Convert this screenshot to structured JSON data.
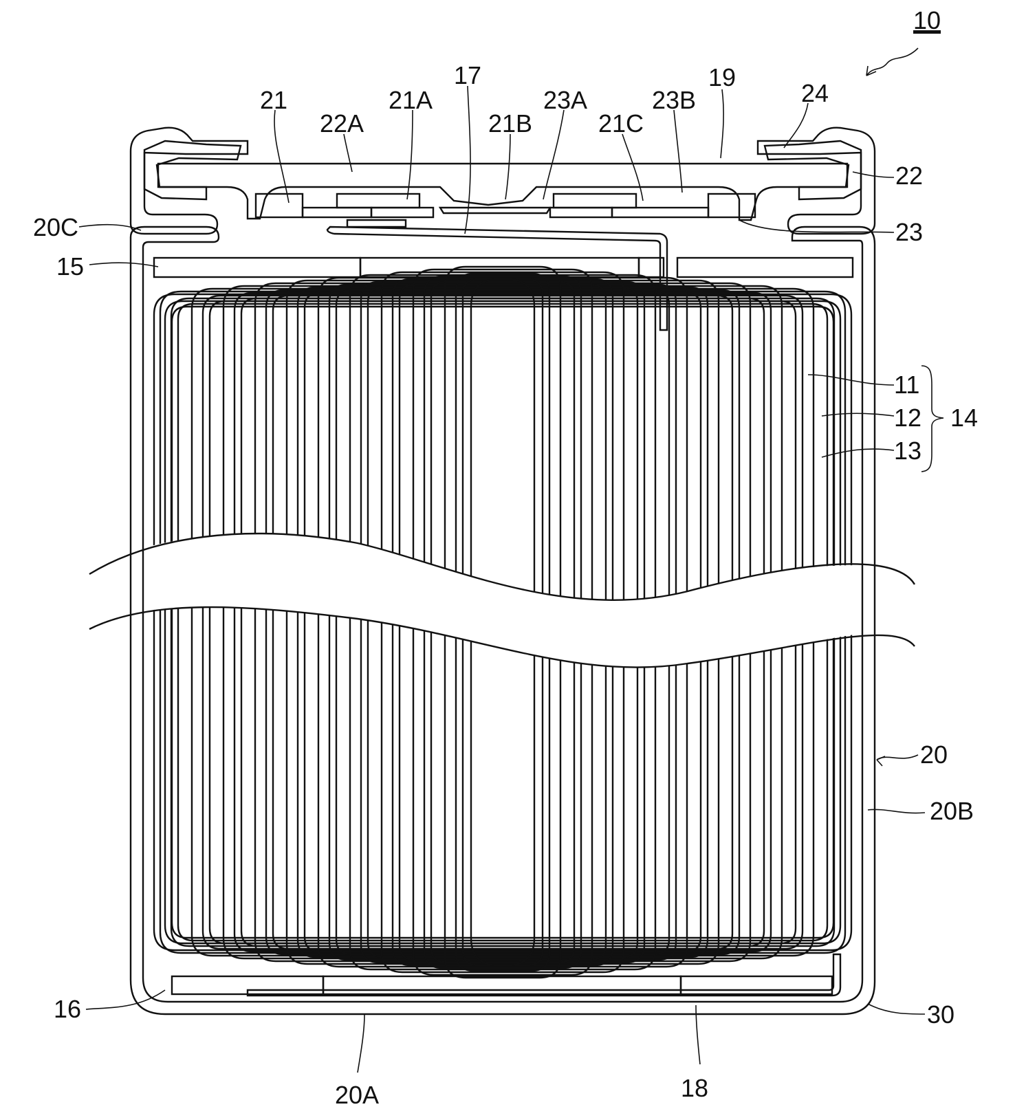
{
  "figure": {
    "reference_number": "10",
    "labels": {
      "l21": "21",
      "l21A": "21A",
      "l17": "17",
      "l23A": "23A",
      "l23B": "23B",
      "l19": "19",
      "l24": "24",
      "l22A": "22A",
      "l21B": "21B",
      "l21C": "21C",
      "l22": "22",
      "l20C": "20C",
      "l23": "23",
      "l15": "15",
      "l11": "11",
      "l12": "12",
      "l14": "14",
      "l13": "13",
      "l20": "20",
      "l20B": "20B",
      "l16": "16",
      "l30": "30",
      "l20A": "20A",
      "l18": "18"
    }
  }
}
